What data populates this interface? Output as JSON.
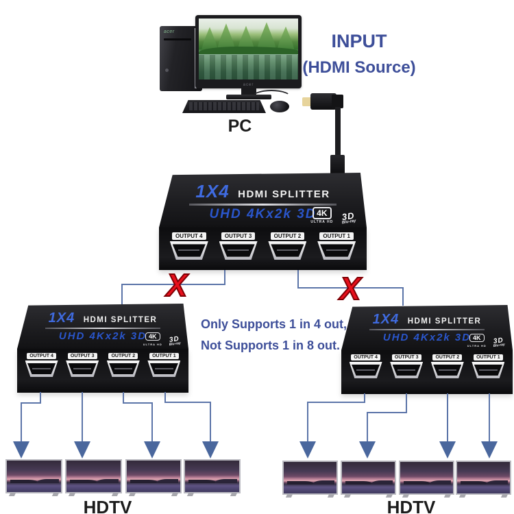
{
  "pc": {
    "label": "PC",
    "brand": "acer"
  },
  "input": {
    "line1": "INPUT",
    "line2": "(HDMI Source)"
  },
  "note": {
    "line1": "Only Supports 1 in 4 out,",
    "line2": "Not Supports 1 in 8 out."
  },
  "splitter": {
    "model": "1X4",
    "name": "HDMI SPLITTER",
    "subtitle": "UHD 4Kx2k 3D",
    "badge_4k": "4K",
    "badge_4k_sub": "ULTRA HD",
    "badge_3d": "3D",
    "badge_3d_sub": "Blu-ray",
    "ports": [
      "OUTPUT 4",
      "OUTPUT 3",
      "OUTPUT 2",
      "OUTPUT 1"
    ]
  },
  "marks": {
    "cross": "X"
  },
  "outputs": {
    "left_label": "HDTV",
    "right_label": "HDTV"
  },
  "colors": {
    "accent_blue_text": "#3d4e99",
    "line_blue": "#5b74a8",
    "arrow_blue": "#4a679d",
    "cross_red": "#e8101c",
    "splitter_model_blue": "#3f6be0",
    "splitter_subtitle_blue": "#2a56cc"
  }
}
